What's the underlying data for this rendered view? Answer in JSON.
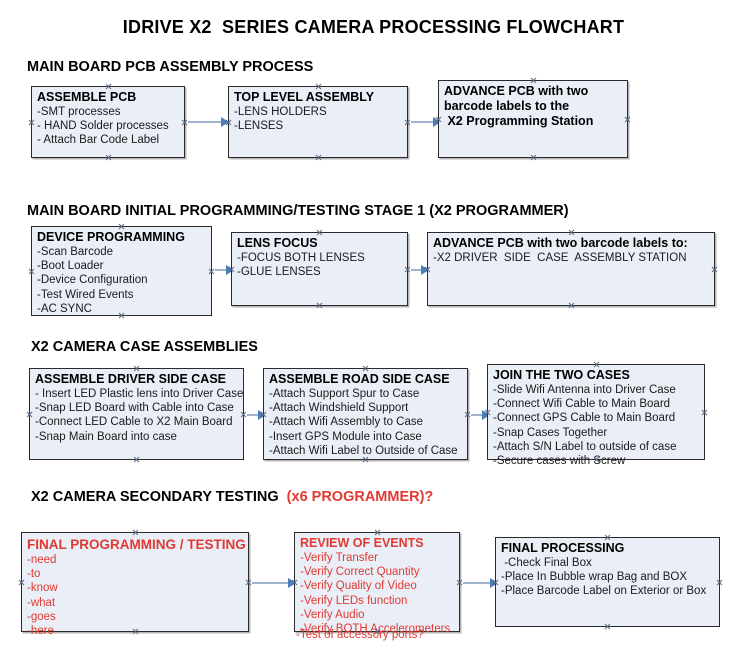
{
  "document": {
    "title": "IDRIVE X2  SERIES CAMERA PROCESSING FLOWCHART",
    "accent_color": "#e03a32",
    "node_fill": "#e9eef7",
    "connector_color": "#9fb3cc",
    "arrow_color": "#4a7ebb"
  },
  "sections": [
    {
      "id": "main-board-pcb-assembly",
      "header": "MAIN BOARD PCB ASSEMBLY PROCESS",
      "header_accent": ""
    },
    {
      "id": "main-board-initial-programming",
      "header": "MAIN BOARD INITIAL PROGRAMMING/TESTING STAGE 1 (X2 PROGRAMMER)",
      "header_accent": ""
    },
    {
      "id": "x2-camera-case-assemblies",
      "header": "X2 CAMERA CASE ASSEMBLIES",
      "header_accent": ""
    },
    {
      "id": "x2-camera-secondary-testing",
      "header": "X2 CAMERA SECONDARY TESTING  ",
      "header_accent": "(x6 PROGRAMMER)?"
    }
  ],
  "nodes": {
    "assemble_pcb": {
      "title": "ASSEMBLE PCB",
      "lines": [
        "-SMT processes",
        "- HAND Solder processes",
        "- Attach Bar Code Label"
      ]
    },
    "top_level_assembly": {
      "title": "TOP LEVEL ASSEMBLY",
      "lines": [
        "-LENS HOLDERS",
        "-LENSES"
      ]
    },
    "advance_pcb_station": {
      "title_lines": [
        "ADVANCE PCB with two",
        "barcode labels to the",
        " X2 Programming Station"
      ]
    },
    "device_programming": {
      "title": "DEVICE PROGRAMMING",
      "lines": [
        "-Scan Barcode",
        "-Boot Loader",
        "-Device Configuration",
        "-Test Wired Events",
        "-AC SYNC"
      ]
    },
    "lens_focus": {
      "title": "LENS FOCUS",
      "lines": [
        "-FOCUS BOTH LENSES",
        "-GLUE LENSES"
      ]
    },
    "advance_pcb_driver_side": {
      "title": "ADVANCE PCB with two barcode labels to:",
      "lines": [
        "-X2 DRIVER  SIDE  CASE  ASSEMBLY STATION"
      ]
    },
    "assemble_driver_side_case": {
      "title": "ASSEMBLE DRIVER SIDE CASE",
      "lines": [
        "- Insert LED Plastic lens into Driver Case",
        "-Snap LED Board with Cable into Case",
        "-Connect LED Cable to X2 Main Board",
        "-Snap Main Board into case"
      ]
    },
    "assemble_road_side_case": {
      "title": "ASSEMBLE ROAD SIDE CASE",
      "lines": [
        "-Attach Support Spur to Case",
        "-Attach Windshield Support",
        "-Attach Wifi Assembly to Case",
        "-Insert GPS Module into Case",
        "-Attach Wifi Label to Outside of Case"
      ]
    },
    "join_the_two_cases": {
      "title": "JOIN THE TWO CASES",
      "lines": [
        "-Slide Wifi Antenna into Driver Case",
        "-Connect Wifi Cable to Main Board",
        "-Connect GPS Cable to Main Board",
        "-Snap Cases Together",
        "-Attach S/N Label to outside of case",
        "-Secure cases with Screw"
      ]
    },
    "final_programming_testing": {
      "title": "FINAL PROGRAMMING / TESTING",
      "lines": [
        "-need",
        "-to",
        "-know",
        "-what",
        "-goes",
        "-here"
      ]
    },
    "review_of_events": {
      "title": "REVIEW OF EVENTS",
      "lines": [
        "-Verify Transfer",
        "-Verify Correct Quantity",
        "-Verify Quality of Video",
        "-Verify LEDs function",
        "-Verify Audio",
        "-Verify BOTH Accelerometers"
      ],
      "overflow_line": "-Test of accessory ports?"
    },
    "final_processing": {
      "title": "FINAL PROCESSING",
      "lines": [
        " -Check Final Box",
        "-Place In Bubble wrap Bag and BOX",
        "-Place Barcode Label on Exterior or Box"
      ]
    }
  }
}
